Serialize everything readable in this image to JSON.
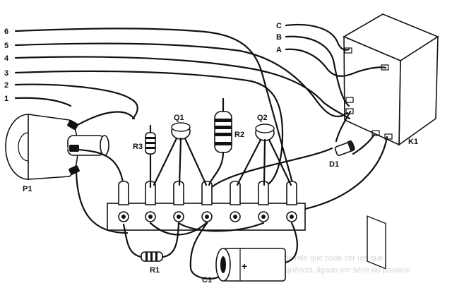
{
  "wire_labels": [
    "6",
    "5",
    "4",
    "3",
    "2",
    "1"
  ],
  "relay_pin_labels": [
    "C",
    "B",
    "A"
  ],
  "components": {
    "p1": "P1",
    "r1": "R1",
    "r2": "R2",
    "r3": "R3",
    "q1": "Q1",
    "q2": "Q2",
    "c1": "C1",
    "d1": "D1",
    "k1": "K1",
    "c1_polarity": "+"
  },
  "bleed_through_text": {
    "line1": "de relé que pode ser um que",
    "line2": "eqüência, ligado em série ou paralelo"
  }
}
